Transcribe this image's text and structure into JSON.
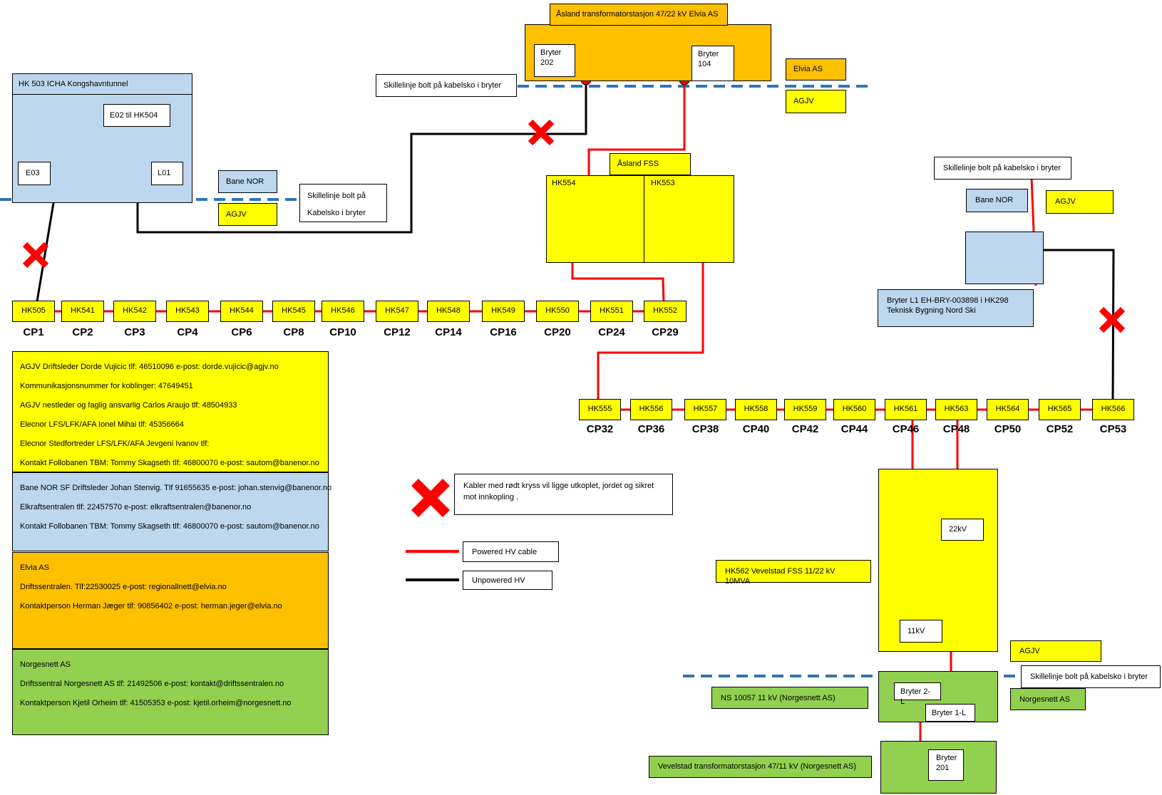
{
  "stations": {
    "asland_title": "Åsland transformatorstasjon 47/22 kV Elvia AS",
    "bryter_202_l1": "Bryter",
    "bryter_202_l2": "202",
    "bryter_104_l1": "Bryter",
    "bryter_104_l2": "104",
    "elvia_owner": "Elvia AS",
    "agjv_owner_top": "AGJV",
    "skillelinje_top": "Skillelinje bolt på kabelsko i bryter",
    "hk503_title": "HK 503 ICHA Kongshavntunnel",
    "e02": "E02 til HK504",
    "e03": "E03",
    "l01": "L01",
    "bane_nor_left": "Bane NOR",
    "agjv_left": "AGJV",
    "skillelinje_left_l1": "Skillelinje bolt på",
    "skillelinje_left_l2": "Kabelsko i bryter",
    "asland_fss": "Åsland FSS",
    "hk554": "HK554",
    "hk553": "HK553",
    "skillelinje_right": "Skillelinje bolt på kabelsko i bryter",
    "bane_nor_right": "Bane NOR",
    "agjv_right": "AGJV",
    "bryter_l1_l1": "Bryter L1 EH-BRY-003898 i HK298",
    "bryter_l1_l2": "Teknisk Bygning Nord Ski",
    "hk562": "HK562 Vevelstad FSS 11/22 kV 10MVA",
    "kv22": "22kV",
    "kv11": "11kV",
    "agjv_bottom": "AGJV",
    "skillelinje_bottom": "Skillelinje bolt på kabelsko i bryter",
    "ns10057": "NS 10057 11 kV (Norgesnett AS)",
    "bryter_2l": "Bryter 2-L",
    "bryter_1l": "Bryter 1-L",
    "norgesnett_owner": "Norgesnett AS",
    "vevelstad_ts": "Vevelstad transformatorstasjon 47/11 kV (Norgesnett AS)",
    "bryter_201_l1": "Bryter",
    "bryter_201_l2": "201"
  },
  "row1": [
    {
      "hk": "HK505",
      "cp": "CP1"
    },
    {
      "hk": "HK541",
      "cp": "CP2"
    },
    {
      "hk": "HK542",
      "cp": "CP3"
    },
    {
      "hk": "HK543",
      "cp": "CP4"
    },
    {
      "hk": "HK544",
      "cp": "CP6"
    },
    {
      "hk": "HK545",
      "cp": "CP8"
    },
    {
      "hk": "HK546",
      "cp": "CP10"
    },
    {
      "hk": "HK547",
      "cp": "CP12"
    },
    {
      "hk": "HK548",
      "cp": "CP14"
    },
    {
      "hk": "HK549",
      "cp": "CP16"
    },
    {
      "hk": "HK550",
      "cp": "CP20"
    },
    {
      "hk": "HK551",
      "cp": "CP24"
    },
    {
      "hk": "HK552",
      "cp": "CP29"
    }
  ],
  "row2": [
    {
      "hk": "HK555",
      "cp": "CP32"
    },
    {
      "hk": "HK556",
      "cp": "CP36"
    },
    {
      "hk": "HK557",
      "cp": "CP38"
    },
    {
      "hk": "HK558",
      "cp": "CP40"
    },
    {
      "hk": "HK559",
      "cp": "CP42"
    },
    {
      "hk": "HK560",
      "cp": "CP44"
    },
    {
      "hk": "HK561",
      "cp": "CP46"
    },
    {
      "hk": "HK563",
      "cp": "CP48"
    },
    {
      "hk": "HK564",
      "cp": "CP50"
    },
    {
      "hk": "HK565",
      "cp": "CP52"
    },
    {
      "hk": "HK566",
      "cp": "CP53"
    }
  ],
  "contacts": {
    "agjv": [
      "AGJV Driftsleder Dorde Vujicic tlf: 46510096 e-post: dorde.vujicic@agjv.no",
      "Kommunikasjonsnummer for koblinger: 47649451",
      "AGJV nestleder og faglig ansvarlig Carlos Araujo tlf: 48504933",
      "Elecnor LFS/LFK/AFA Ionel Mihai tlf: 45356664",
      "Elecnor Stedfortreder LFS/LFK/AFA Jevgeni Ivanov tlf:",
      "Kontakt Follobanen TBM: Tommy Skagseth tlf: 46800070 e-post: sautom@banenor.no"
    ],
    "banenor": [
      "Bane NOR SF Driftsleder Johan Stenvig. Tlf 91655635 e-post: johan.stenvig@banenor.no",
      "Elkraftsentralen tlf: 22457570 e-post: elkraftsentralen@banenor.no",
      "Kontakt Follobanen TBM: Tommy Skagseth tlf: 46800070 e-post: sautom@banenor.no"
    ],
    "elvia": [
      "Elvia AS",
      "Driftssentralen. Tlf:22530025 e-post: regionallnett@elvia.no",
      "Kontaktperson Herman Jæger tlf: 90856402 e-post: herman.jeger@elvia.no"
    ],
    "norgesnett": [
      "Norgesnett AS",
      "Driftssentral Norgesnett AS tlf: 21492506 e-post: kontakt@driftssentralen.no",
      "Kontaktperson Kjetil Orheim tlf: 41505353 e-post: kjetil.orheim@norgesnett.no"
    ]
  },
  "legend": {
    "cross_l1": "Kabler med rødt kryss vil ligge utkoplet, jordet og sikret",
    "cross_l2": "mot innkopling .",
    "powered": "Powered HV cable",
    "unpowered": "Unpowered HV"
  },
  "colors": {
    "powered": "#ff0000",
    "unpowered": "#000000",
    "agjv": "#ffff00",
    "bane_nor": "#bdd7ee",
    "elvia": "#ffc000",
    "norgesnett": "#92d050",
    "boundary": "#2e75b6"
  }
}
